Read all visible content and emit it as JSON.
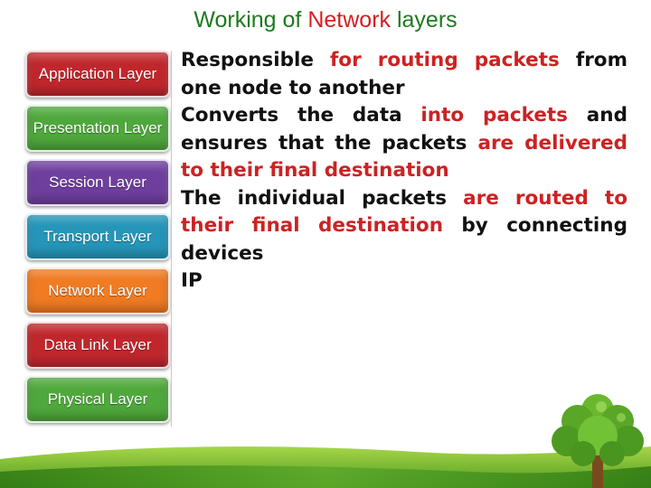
{
  "title": {
    "part1": "Working of ",
    "highlight": "Network",
    "part2": " layers"
  },
  "layers": [
    {
      "label": "Application Layer",
      "color": "#c0272d"
    },
    {
      "label": "Presentation Layer",
      "color": "#4fa83c"
    },
    {
      "label": "Session Layer",
      "color": "#6f3f9e"
    },
    {
      "label": "Transport Layer",
      "color": "#2596b9"
    },
    {
      "label": "Network Layer",
      "color": "#f07b22"
    },
    {
      "label": "Data Link Layer",
      "color": "#c0272d"
    },
    {
      "label": "Physical Layer",
      "color": "#4fa83c"
    }
  ],
  "content": {
    "p1": {
      "a": "Responsible ",
      "b": "for routing packets",
      "c": " from one node to another"
    },
    "p2": {
      "a": "Converts the data ",
      "b": "into packets",
      "c": " and ensures that the packets ",
      "d": "are delivered to their final destination"
    },
    "p3": {
      "a": "The individual packets ",
      "b": "are routed to their final destination",
      "c": " by connecting devices"
    },
    "p4": "IP"
  }
}
